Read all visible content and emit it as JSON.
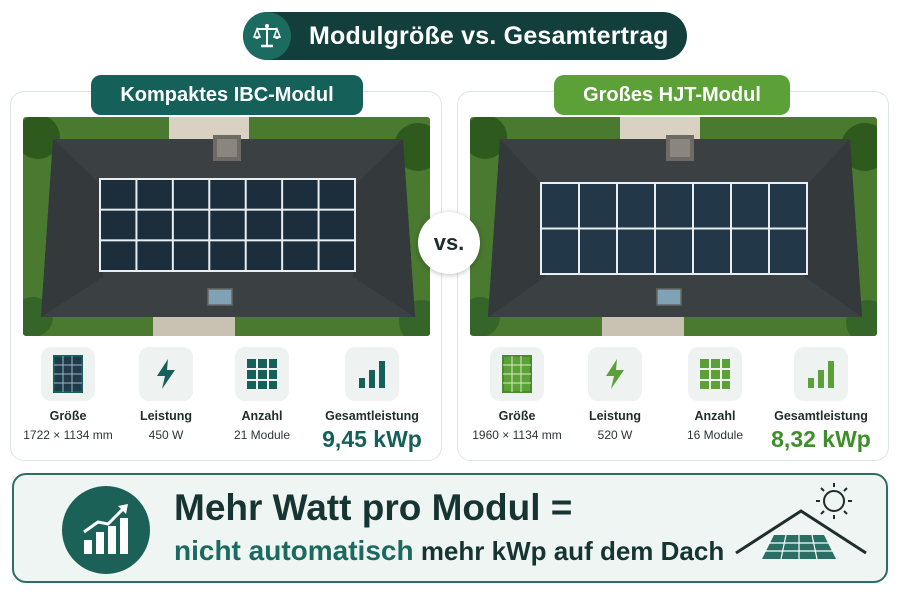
{
  "header": {
    "title": "Modulgröße vs. Gesamtertrag",
    "icon": "scale-icon"
  },
  "vs_label": "vs.",
  "cards": [
    {
      "title": "Kompaktes IBC-Modul",
      "accent": "#16605a",
      "panel_grid": {
        "columns": 7,
        "rows": 3
      },
      "stats": {
        "size": {
          "label": "Größe",
          "value": "1722 × 1134 mm",
          "icon": "module-icon"
        },
        "power": {
          "label": "Leistung",
          "value": "450 W",
          "icon": "lightning-icon"
        },
        "count": {
          "label": "Anzahl",
          "value": "21 Module",
          "icon": "grid-icon"
        },
        "total": {
          "label": "Gesamtleistung",
          "value": "9,45 kWp",
          "icon": "bar-chart-icon"
        }
      }
    },
    {
      "title": "Großes HJT-Modul",
      "accent": "#5ca137",
      "panel_grid": {
        "columns": 7,
        "rows": 2
      },
      "stats": {
        "size": {
          "label": "Größe",
          "value": "1960 × 1134 mm",
          "icon": "module-icon"
        },
        "power": {
          "label": "Leistung",
          "value": "520 W",
          "icon": "lightning-icon"
        },
        "count": {
          "label": "Anzahl",
          "value": "16 Module",
          "icon": "grid-icon"
        },
        "total": {
          "label": "Gesamtleistung",
          "value": "8,32 kWp",
          "icon": "bar-chart-icon"
        }
      }
    }
  ],
  "banner": {
    "line1": "Mehr Watt pro Modul =",
    "line2_highlight": "nicht automatisch",
    "line2_rest": " mehr kWp auf dem Dach",
    "icon": "growth-chart-icon",
    "art": "roof-sun-icon"
  }
}
